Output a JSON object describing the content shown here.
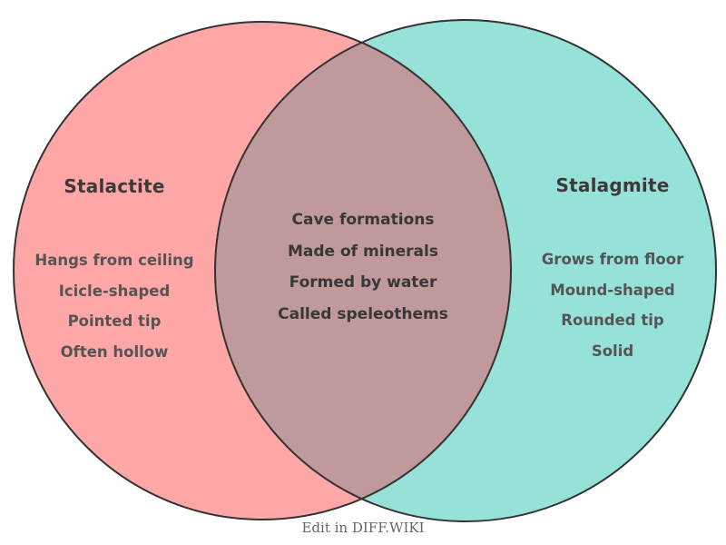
{
  "venn": {
    "left": {
      "title": "Stalactite",
      "items": [
        "Hangs from ceiling",
        "Icicle-shaped",
        "Pointed tip",
        "Often hollow"
      ],
      "color": "#FFA6A6"
    },
    "overlap": {
      "items": [
        "Cave formations",
        "Made of minerals",
        "Formed by water",
        "Called speleothems"
      ],
      "color": "#BF999B"
    },
    "right": {
      "title": "Stalagmite",
      "items": [
        "Grows from floor",
        "Mound-shaped",
        "Rounded tip",
        "Solid"
      ],
      "color": "#96E1D8"
    },
    "outline_color": "#333333",
    "text_colors": {
      "titles": "#3A3A3A",
      "side_items": "#555555",
      "center_items": "#383838"
    }
  },
  "footer": {
    "label": "Edit in DIFF.WIKI",
    "color": "#666666"
  }
}
